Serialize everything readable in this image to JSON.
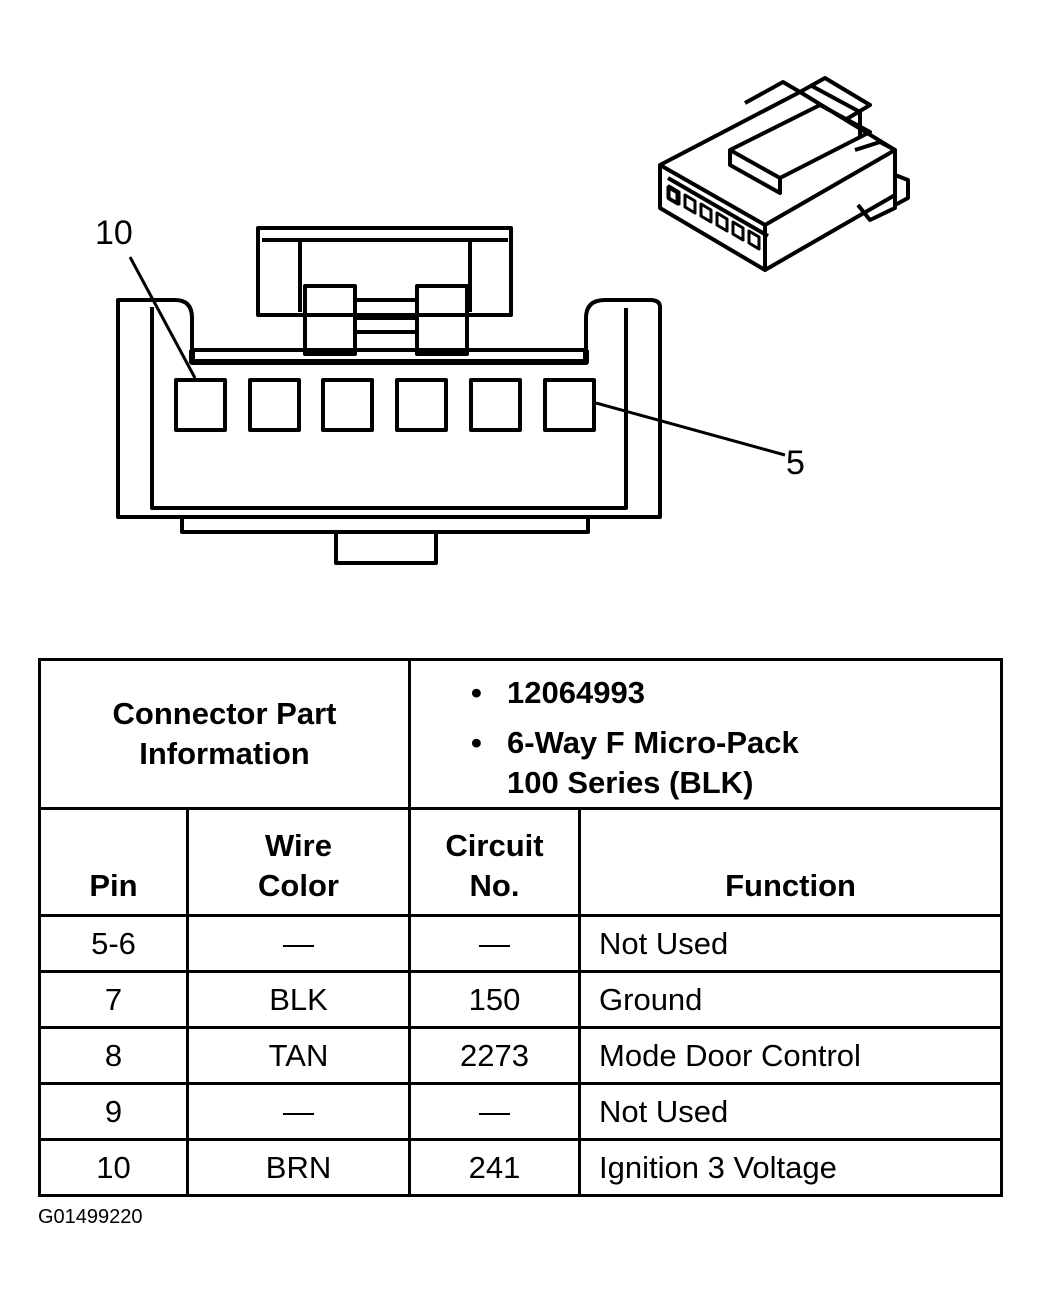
{
  "diagram": {
    "pin_callouts": {
      "left": "10",
      "right": "5"
    }
  },
  "connector_info": {
    "label_line1": "Connector Part",
    "label_line2": "Information",
    "part_number": "12064993",
    "description_line1": "6-Way F Micro-Pack",
    "description_line2": "100 Series (BLK)"
  },
  "table": {
    "headers": {
      "pin": "Pin",
      "wire_color_line1": "Wire",
      "wire_color_line2": "Color",
      "circuit_line1": "Circuit",
      "circuit_line2": "No.",
      "function": "Function"
    },
    "rows": [
      {
        "pin": "5-6",
        "wire": "—",
        "circuit": "—",
        "function": "Not Used"
      },
      {
        "pin": "7",
        "wire": "BLK",
        "circuit": "150",
        "function": "Ground"
      },
      {
        "pin": "8",
        "wire": "TAN",
        "circuit": "2273",
        "function": "Mode Door Control"
      },
      {
        "pin": "9",
        "wire": "—",
        "circuit": "—",
        "function": "Not Used"
      },
      {
        "pin": "10",
        "wire": "BRN",
        "circuit": "241",
        "function": "Ignition 3 Voltage"
      }
    ]
  },
  "figure_id": "G01499220"
}
